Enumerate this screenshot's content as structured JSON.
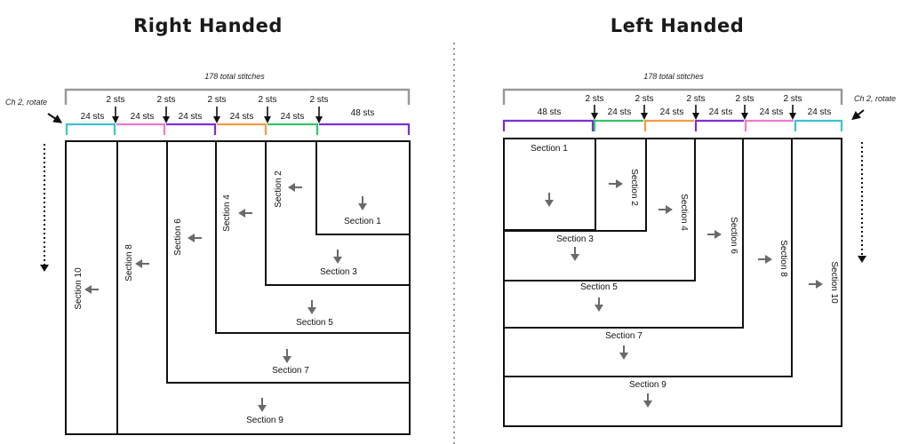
{
  "colors": {
    "cyan": "#3ec3d0",
    "pink": "#ee7ac9",
    "purple": "#7b2fd6",
    "orange": "#f59a46",
    "green": "#36c46a",
    "grey_arrow": "#6a6a6a",
    "bracket": "#999999"
  },
  "right": {
    "title": "Right Handed",
    "total": "178 total stitches",
    "chain_label": "Ch 2, rotate",
    "segments": [
      "24 sts",
      "24 sts",
      "24 sts",
      "24 sts",
      "24 sts",
      "48 sts"
    ],
    "gaps": [
      "2 sts",
      "2 sts",
      "2 sts",
      "2 sts",
      "2 sts"
    ],
    "sections": [
      "Section 1",
      "Section 2",
      "Section 3",
      "Section 4",
      "Section 5",
      "Section 6",
      "Section 7",
      "Section 8",
      "Section 9",
      "Section 10"
    ]
  },
  "left": {
    "title": "Left Handed",
    "total": "178 total stitches",
    "chain_label": "Ch 2, rotate",
    "segments": [
      "48 sts",
      "24 sts",
      "24 sts",
      "24 sts",
      "24 sts",
      "24 sts"
    ],
    "gaps": [
      "2 sts",
      "2 sts",
      "2 sts",
      "2 sts",
      "2 sts"
    ],
    "sections": [
      "Section 1",
      "Section 2",
      "Section 3",
      "Section 4",
      "Section 5",
      "Section 6",
      "Section 7",
      "Section 8",
      "Section 9",
      "Section 10"
    ]
  }
}
